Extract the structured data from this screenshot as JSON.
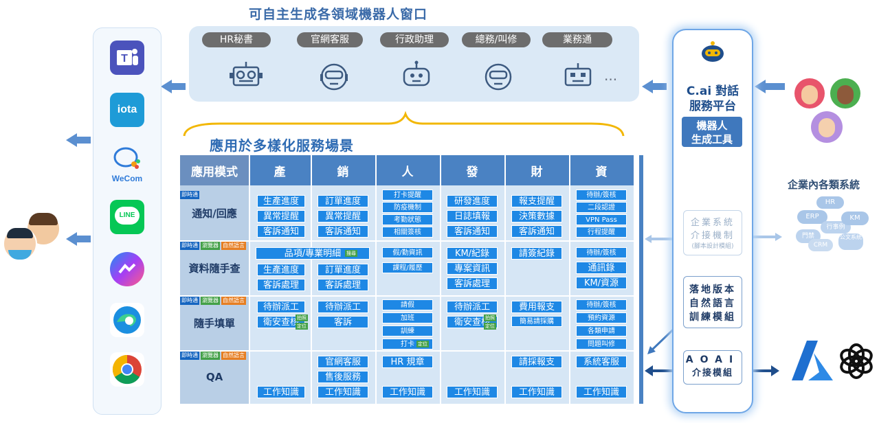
{
  "top_title": "可自主生成各領域機器人窗口",
  "bots": [
    {
      "label": "HR秘書"
    },
    {
      "label": "官網客服"
    },
    {
      "label": "行政助理"
    },
    {
      "label": "總務/叫修"
    },
    {
      "label": "業務通"
    }
  ],
  "bots_more": "...",
  "scenario_title": "應用於多樣化服務場景",
  "apps": [
    {
      "name": "teams-icon"
    },
    {
      "name": "iota-icon",
      "label": "iota"
    },
    {
      "name": "wecom-icon",
      "label": "WeCom"
    },
    {
      "name": "line-icon",
      "label": "LINE"
    },
    {
      "name": "messenger-icon"
    },
    {
      "name": "edge-icon"
    },
    {
      "name": "chrome-icon"
    }
  ],
  "table": {
    "corner": "應用模式",
    "columns": [
      "產",
      "銷",
      "人",
      "發",
      "財",
      "資"
    ],
    "rows": [
      {
        "label": "通知/回應",
        "tags": [
          "即時通"
        ]
      },
      {
        "label": "資料隨手查",
        "tags": [
          "即時通",
          "瀏覽器",
          "自然語言"
        ]
      },
      {
        "label": "隨手填單",
        "tags": [
          "即時通",
          "瀏覽器",
          "自然語言"
        ]
      },
      {
        "label": "QA",
        "tags": [
          "即時通",
          "瀏覽器",
          "自然語言"
        ]
      }
    ],
    "row1": {
      "c1": [
        "生產進度",
        "異常提醒",
        "客訴通知"
      ],
      "c2": [
        "訂單進度",
        "異常提醒",
        "客訴通知"
      ],
      "c3": [
        "打卡提醒",
        "防疫機制",
        "考勤狀態",
        "相關簽核"
      ],
      "c4": [
        "研發進度",
        "日誌填報",
        "客訴通知"
      ],
      "c5": [
        "報支提醒",
        "決策數據",
        "客訴通知"
      ],
      "c6": [
        "待辦/簽核",
        "二段認證",
        "VPN Pass",
        "行程提醒"
      ]
    },
    "row2": {
      "wide": "品項/專業明細",
      "wide_tag": "搜尋",
      "c1": [
        "生產進度",
        "客訴處理"
      ],
      "c2": [
        "訂單進度",
        "客訴處理"
      ],
      "c3": [
        "假/勤資訊",
        "課程/履歷"
      ],
      "c4": [
        "KM/紀錄",
        "專案資訊",
        "客訴處理"
      ],
      "c5": [
        "請簽紀錄"
      ],
      "c6": [
        "待辦/簽核",
        "通訊錄",
        "KM/資源"
      ]
    },
    "row3": {
      "c1": [
        "待辦派工",
        "衛安查核"
      ],
      "c1_tags": [
        "拍照",
        "定位"
      ],
      "c2": [
        "待辦派工",
        "客訴"
      ],
      "c3": [
        "請假",
        "加班",
        "訓練",
        "打卡"
      ],
      "c3_tag": "定位",
      "c4": [
        "待辦派工",
        "衛安查核"
      ],
      "c4_tags": [
        "拍照",
        "定位"
      ],
      "c5": [
        "費用報支",
        "簡易請採購"
      ],
      "c6": [
        "待辦/簽核",
        "預約資源",
        "各類申請",
        "問題叫修"
      ]
    },
    "row4": {
      "c1": [
        "工作知識"
      ],
      "c2": [
        "官網客服",
        "售後服務",
        "工作知識"
      ],
      "c3": [
        "HR 規章",
        "工作知識"
      ],
      "c4": [
        "工作知識"
      ],
      "c5": [
        "請採報支",
        "工作知識"
      ],
      "c6": [
        "系統客服",
        "工作知識"
      ]
    }
  },
  "platform": {
    "title": "C.ai 對話服務平台",
    "title_line1": "C.ai 對話",
    "title_line2": "服務平台",
    "gen_tool_line1": "機器人",
    "gen_tool_line2": "生成工具",
    "mech1_line1": "企業系統",
    "mech1_line2": "介接機制",
    "mech1_line3": "(腳本設計模組)",
    "mech2_line1": "落地版本",
    "mech2_line2": "自然語言",
    "mech2_line3": "訓練模組",
    "mech3_line1": "AOAI",
    "mech3_line2": "介接模組"
  },
  "systems": {
    "title": "企業內各類系統",
    "items": [
      "HR",
      "ERP",
      "行事例",
      "KM",
      "門禁",
      "公文系統",
      "CRM"
    ]
  },
  "colors": {
    "header": "#4a82c3",
    "cell": "#1e88e5",
    "row_label": "#b9cfe6",
    "grid_bg": "#d6e6f5",
    "arrow": "#5b8fd0",
    "tag_green": "#43a047",
    "tag_orange": "#e67e22",
    "tag_blue": "#1565c0"
  }
}
